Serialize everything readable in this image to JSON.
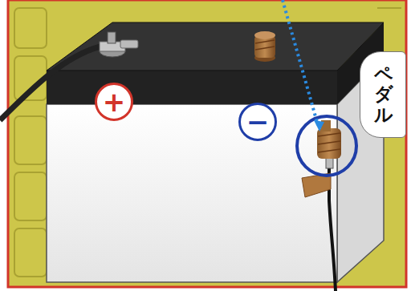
{
  "diagram": {
    "nodes": [
      {
        "text": [
          "+"
        ]
      },
      {
        "text": [
          "−"
        ]
      },
      {
        "text": [
          "ペダル"
        ]
      }
    ]
  }
}
